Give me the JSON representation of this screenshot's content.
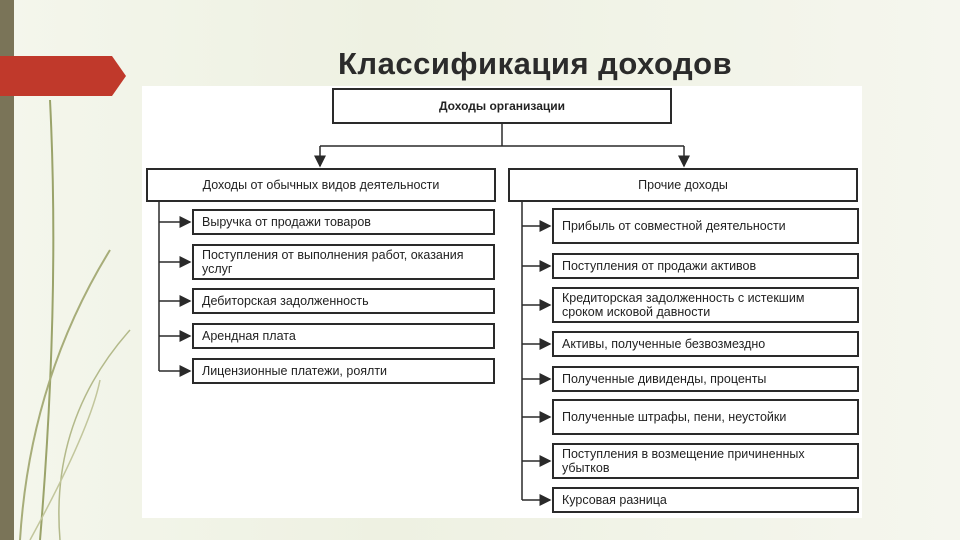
{
  "slide": {
    "title": "Классификация доходов"
  },
  "diagram": {
    "root": "Доходы организации",
    "branches": [
      {
        "label": "Доходы от обычных видов деятельности",
        "items": [
          "Выручка от продажи товаров",
          "Поступления от выполнения работ, оказания услуг",
          "Дебиторская задолженность",
          "Арендная плата",
          "Лицензионные платежи, роялти"
        ]
      },
      {
        "label": "Прочие доходы",
        "items": [
          "Прибыль от совместной деятель­ности",
          "Поступления от продажи активов",
          "Кредиторская задолженность с ис­текшим сроком исковой давности",
          "Активы, полученные безвозмездно",
          "Полученные дивиденды, проценты",
          "Полученные штрафы, пени, неус­тойки",
          "Поступления в возмещение причи­ненных убытков",
          "Курсовая разница"
        ]
      }
    ]
  },
  "colors": {
    "accent_red": "#c0392b",
    "sidebar": "#7a7458"
  }
}
